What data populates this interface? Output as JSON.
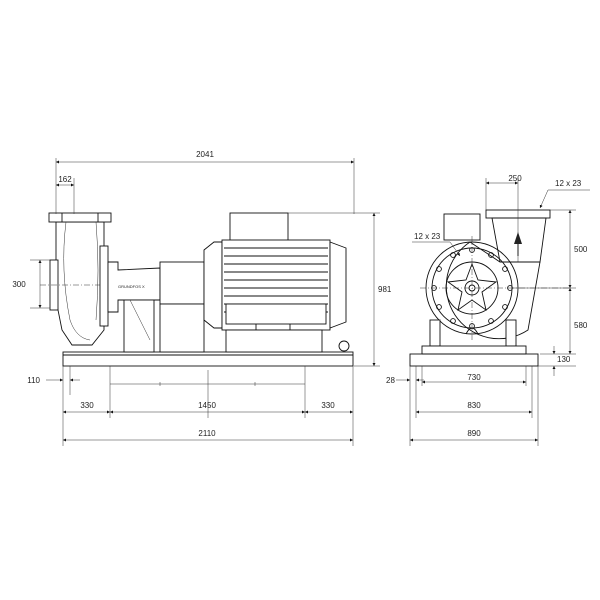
{
  "side_view": {
    "dim_overall_length": "2041",
    "dim_flange": "162",
    "dim_height_shaft": "300",
    "dim_total_height": "981",
    "dim_left_margin": "110",
    "dim_left_segment": "330",
    "dim_mid_segment": "1450",
    "dim_right_segment": "330",
    "dim_base_length": "2110"
  },
  "front_view": {
    "dim_top_offset": "250",
    "dim_holes_top": "12 x 23",
    "dim_holes_side": "12 x 23",
    "dim_upper_height": "500",
    "dim_lower_height": "580",
    "dim_base_height": "130",
    "dim_base_left": "28",
    "dim_width_inner": "730",
    "dim_width_mid": "830",
    "dim_width_outer": "890"
  }
}
